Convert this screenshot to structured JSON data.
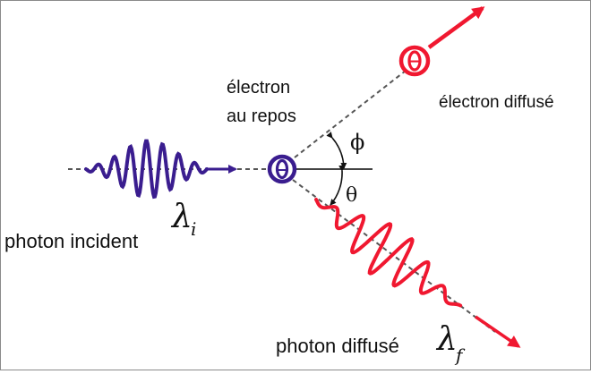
{
  "labels": {
    "electron_rest_line1": "électron",
    "electron_rest_line2": "au repos",
    "electron_scattered": "électron diffusé",
    "photon_incident": "photon incident",
    "photon_scattered": "photon diffusé"
  },
  "symbols": {
    "phi": "ϕ",
    "theta": "θ",
    "lambda": "λ",
    "sub_i": "i",
    "sub_f": "f",
    "electron_charge": "−"
  },
  "colors": {
    "incident_wave": "#3a1d8f",
    "scattered_wave": "#f01830",
    "electron_rest": "#3a1d8f",
    "electron_scattered": "#f01830",
    "dashed_line": "#555555"
  },
  "icons": {
    "electron_rest": "electron-minus-circle-icon",
    "electron_scattered": "electron-minus-circle-icon"
  }
}
